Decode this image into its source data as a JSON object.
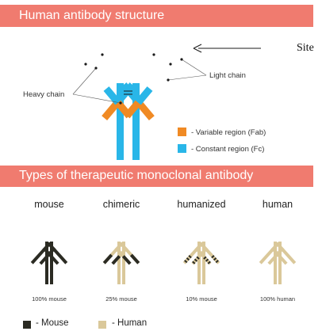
{
  "headers": {
    "structure_title": "Human antibody structure",
    "types_title": "Types of therapeutic monoclonal antibody"
  },
  "structure_labels": {
    "site": "Site",
    "light_chain": "Light chain",
    "heavy_chain": "Heavy chain"
  },
  "region_legend": {
    "variable": "- Variable region (Fab)",
    "constant": "- Constant region (Fc)"
  },
  "types": [
    {
      "name": "mouse",
      "percent": "100% mouse"
    },
    {
      "name": "chimeric",
      "percent": "25% mouse"
    },
    {
      "name": "humanized",
      "percent": "10% mouse"
    },
    {
      "name": "human",
      "percent": "100% human"
    }
  ],
  "species_legend": {
    "mouse": "- Mouse",
    "human": "- Human"
  },
  "colors": {
    "header": "#f07b6f",
    "variable_region": "#f08a24",
    "constant_region": "#29b6e8",
    "mouse": "#2b2b23",
    "human": "#dac89a"
  }
}
